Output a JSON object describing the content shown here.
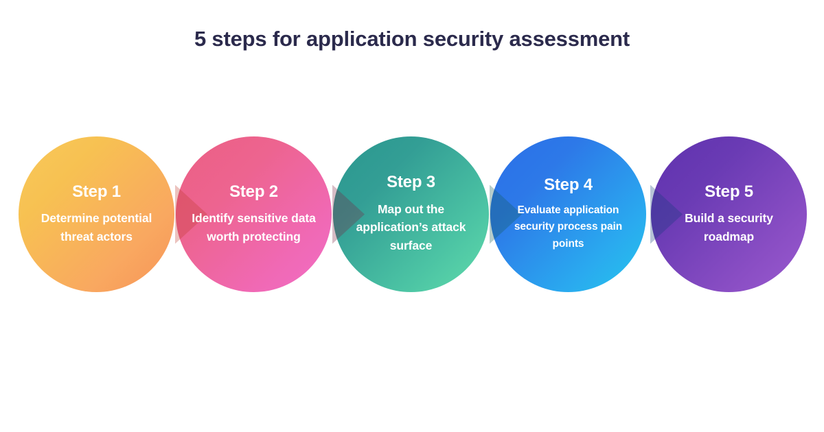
{
  "page": {
    "title": "5 steps for application security assessment",
    "background_color": "#ffffff",
    "title_color": "#2b2a4c"
  },
  "steps": [
    {
      "id": "step-1",
      "heading": "Step 1",
      "body": "Determine potential threat actors",
      "gradient_from": "#f8c95a",
      "gradient_to": "#f79458",
      "text_color": "#ffffff"
    },
    {
      "id": "step-2",
      "heading": "Step 2",
      "body": "Identify sensitive data worth protecting",
      "gradient_from": "#ec5f83",
      "gradient_to": "#f26ec6",
      "text_color": "#ffffff"
    },
    {
      "id": "step-3",
      "heading": "Step 3",
      "body": "Map out the application’s attack surface",
      "gradient_from": "#2a978f",
      "gradient_to": "#61dcab",
      "text_color": "#ffffff"
    },
    {
      "id": "step-4",
      "heading": "Step 4",
      "body": "Evaluate application security process pain points",
      "gradient_from": "#2a6fe9",
      "gradient_to": "#26c6ed",
      "text_color": "#ffffff"
    },
    {
      "id": "step-5",
      "heading": "Step 5",
      "body": "Build a security roadmap",
      "gradient_from": "#5f31ae",
      "gradient_to": "#9a5bcf",
      "text_color": "#ffffff"
    }
  ]
}
